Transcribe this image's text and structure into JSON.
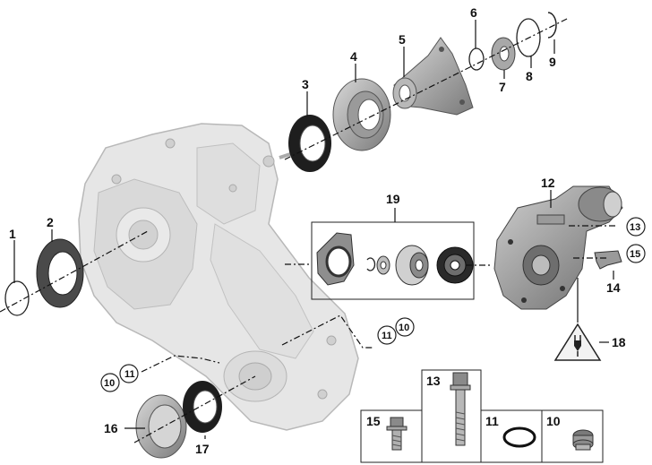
{
  "callouts": {
    "c1": "1",
    "c2": "2",
    "c3": "3",
    "c4": "4",
    "c5": "5",
    "c6": "6",
    "c7": "7",
    "c8": "8",
    "c9": "9",
    "c10": "10",
    "c11": "11",
    "c12": "12",
    "c13": "13",
    "c14": "14",
    "c15": "15",
    "c16": "16",
    "c17": "17",
    "c18": "18",
    "c19": "19"
  },
  "circled_refs": {
    "r13": "13",
    "r15": "15",
    "r11a": "11",
    "r10a": "10",
    "r10b": "10",
    "r11b": "11"
  },
  "parts_box": {
    "p15": "15",
    "p13": "13",
    "p11": "11",
    "p10": "10"
  },
  "colors": {
    "housing": "#e4e4e4",
    "housing_shade": "#c8c8c8",
    "metal_dark": "#5a5a5a",
    "metal_mid": "#9a9a9a",
    "seal_black": "#1e1e1e",
    "warning_fill": "#f2f2f2"
  },
  "icons": {
    "warning": "electrical-warning-triangle-icon"
  }
}
